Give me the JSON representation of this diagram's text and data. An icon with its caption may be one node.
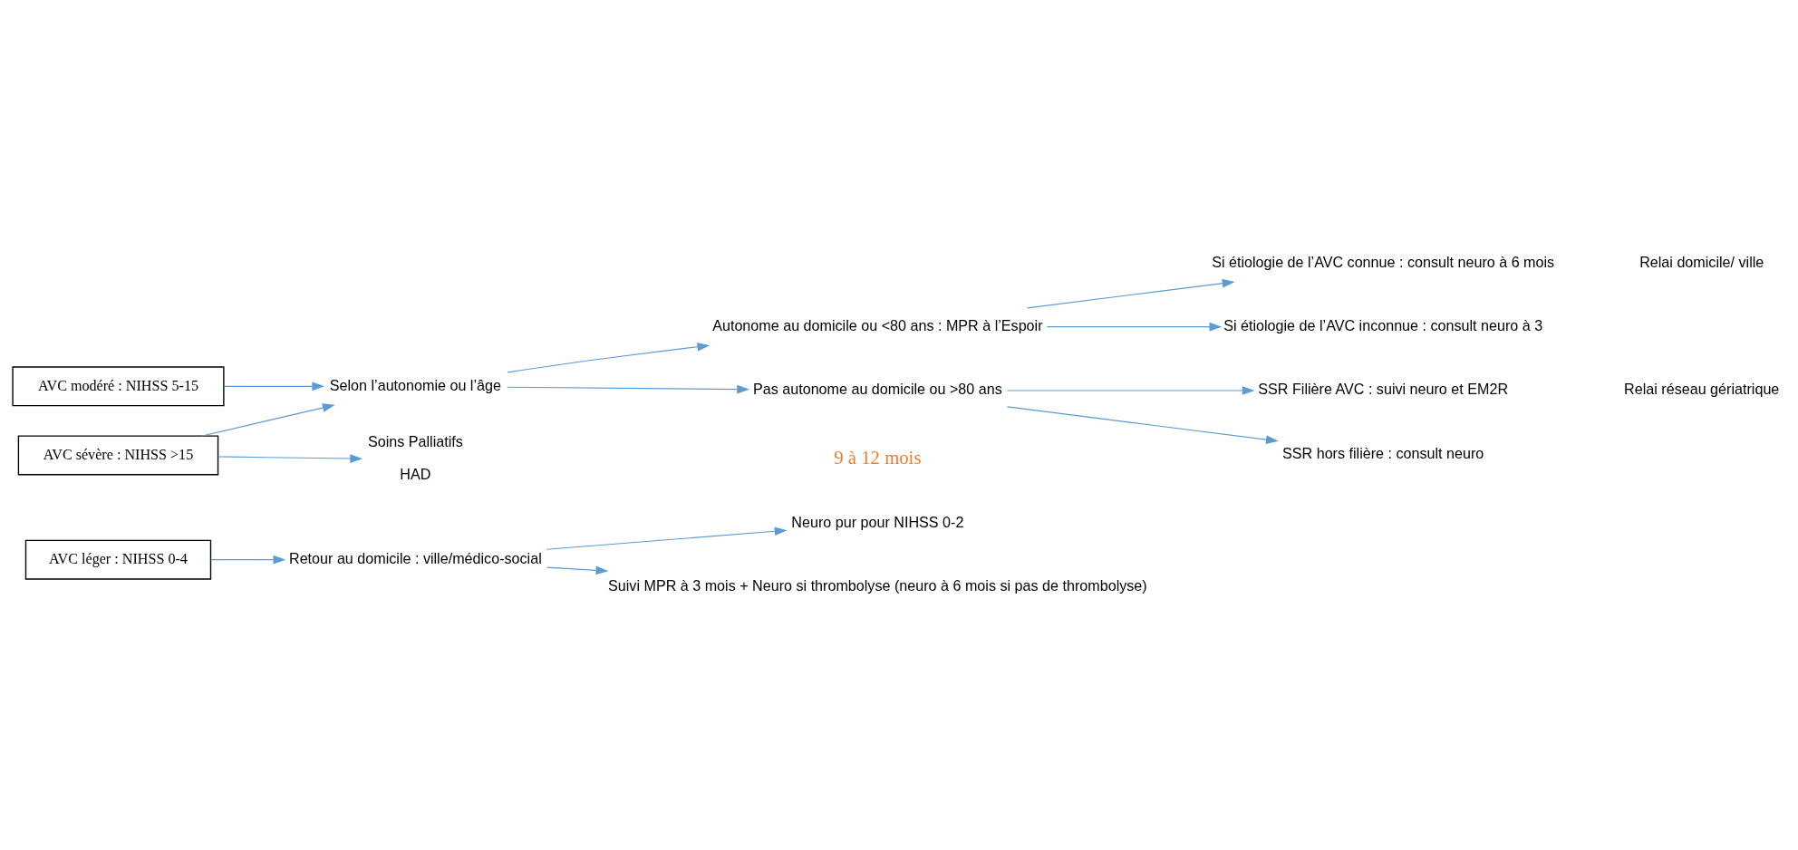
{
  "diagram": {
    "nodes": [
      {
        "text": [
          "AVC léger : NIHSS 0-4"
        ]
      },
      {
        "text": [
          "Retour au domicile : ville/médico-social"
        ]
      },
      {
        "text": [
          "Neuro pur pour NIHSS 0-2"
        ]
      },
      {
        "text": [
          "Suivi MPR à 3 mois + Neuro si thrombolyse (neuro à 6 mois si pas de thrombolyse)"
        ]
      },
      {
        "text": [
          "AVC modéré : NIHSS 5-15"
        ]
      },
      {
        "text": [
          "Selon l’autonomie ou l’âge"
        ]
      },
      {
        "text": [
          "Autonome au domicile ou <80 ans : MPR à l’Espoir"
        ]
      },
      {
        "text": [
          "Si étiologie de l’AVC connue : consult neuro à 6 mois"
        ]
      },
      {
        "text": [
          "Si étiologie de l’AVC inconnue : consult neuro à 3"
        ]
      },
      {
        "text": [
          "Pas autonome au domicile ou >80 ans"
        ]
      },
      {
        "text": [
          "SSR Filière AVC : suivi neuro et EM2R"
        ]
      },
      {
        "text": [
          "SSR hors filière : consult neuro"
        ]
      },
      {
        "text": [
          "AVC sévère : NIHSS >15"
        ]
      },
      {
        "text": [
          "Soins Palliatifs",
          "HAD"
        ]
      }
    ],
    "edges": [
      {
        "from": 0,
        "to": 1,
        "arrow": "to"
      },
      {
        "from": 1,
        "to": 2,
        "arrow": "to"
      },
      {
        "from": 1,
        "to": 3,
        "arrow": "to"
      },
      {
        "from": 4,
        "to": 5,
        "arrow": "to"
      },
      {
        "from": 5,
        "to": 6,
        "arrow": "to"
      },
      {
        "from": 5,
        "to": 9,
        "arrow": "to"
      },
      {
        "from": 6,
        "to": 7,
        "arrow": "to"
      },
      {
        "from": 6,
        "to": 8,
        "arrow": "to"
      },
      {
        "from": 9,
        "to": 10,
        "arrow": "to"
      },
      {
        "from": 9,
        "to": 11,
        "arrow": "to"
      },
      {
        "from": 12,
        "to": 5,
        "arrow": "to"
      },
      {
        "from": 12,
        "to": 13,
        "arrow": "to"
      }
    ],
    "labels": [
      "Relai domicile/ ville",
      "Relai réseau gériatrique",
      "9 à 12 mois"
    ]
  }
}
